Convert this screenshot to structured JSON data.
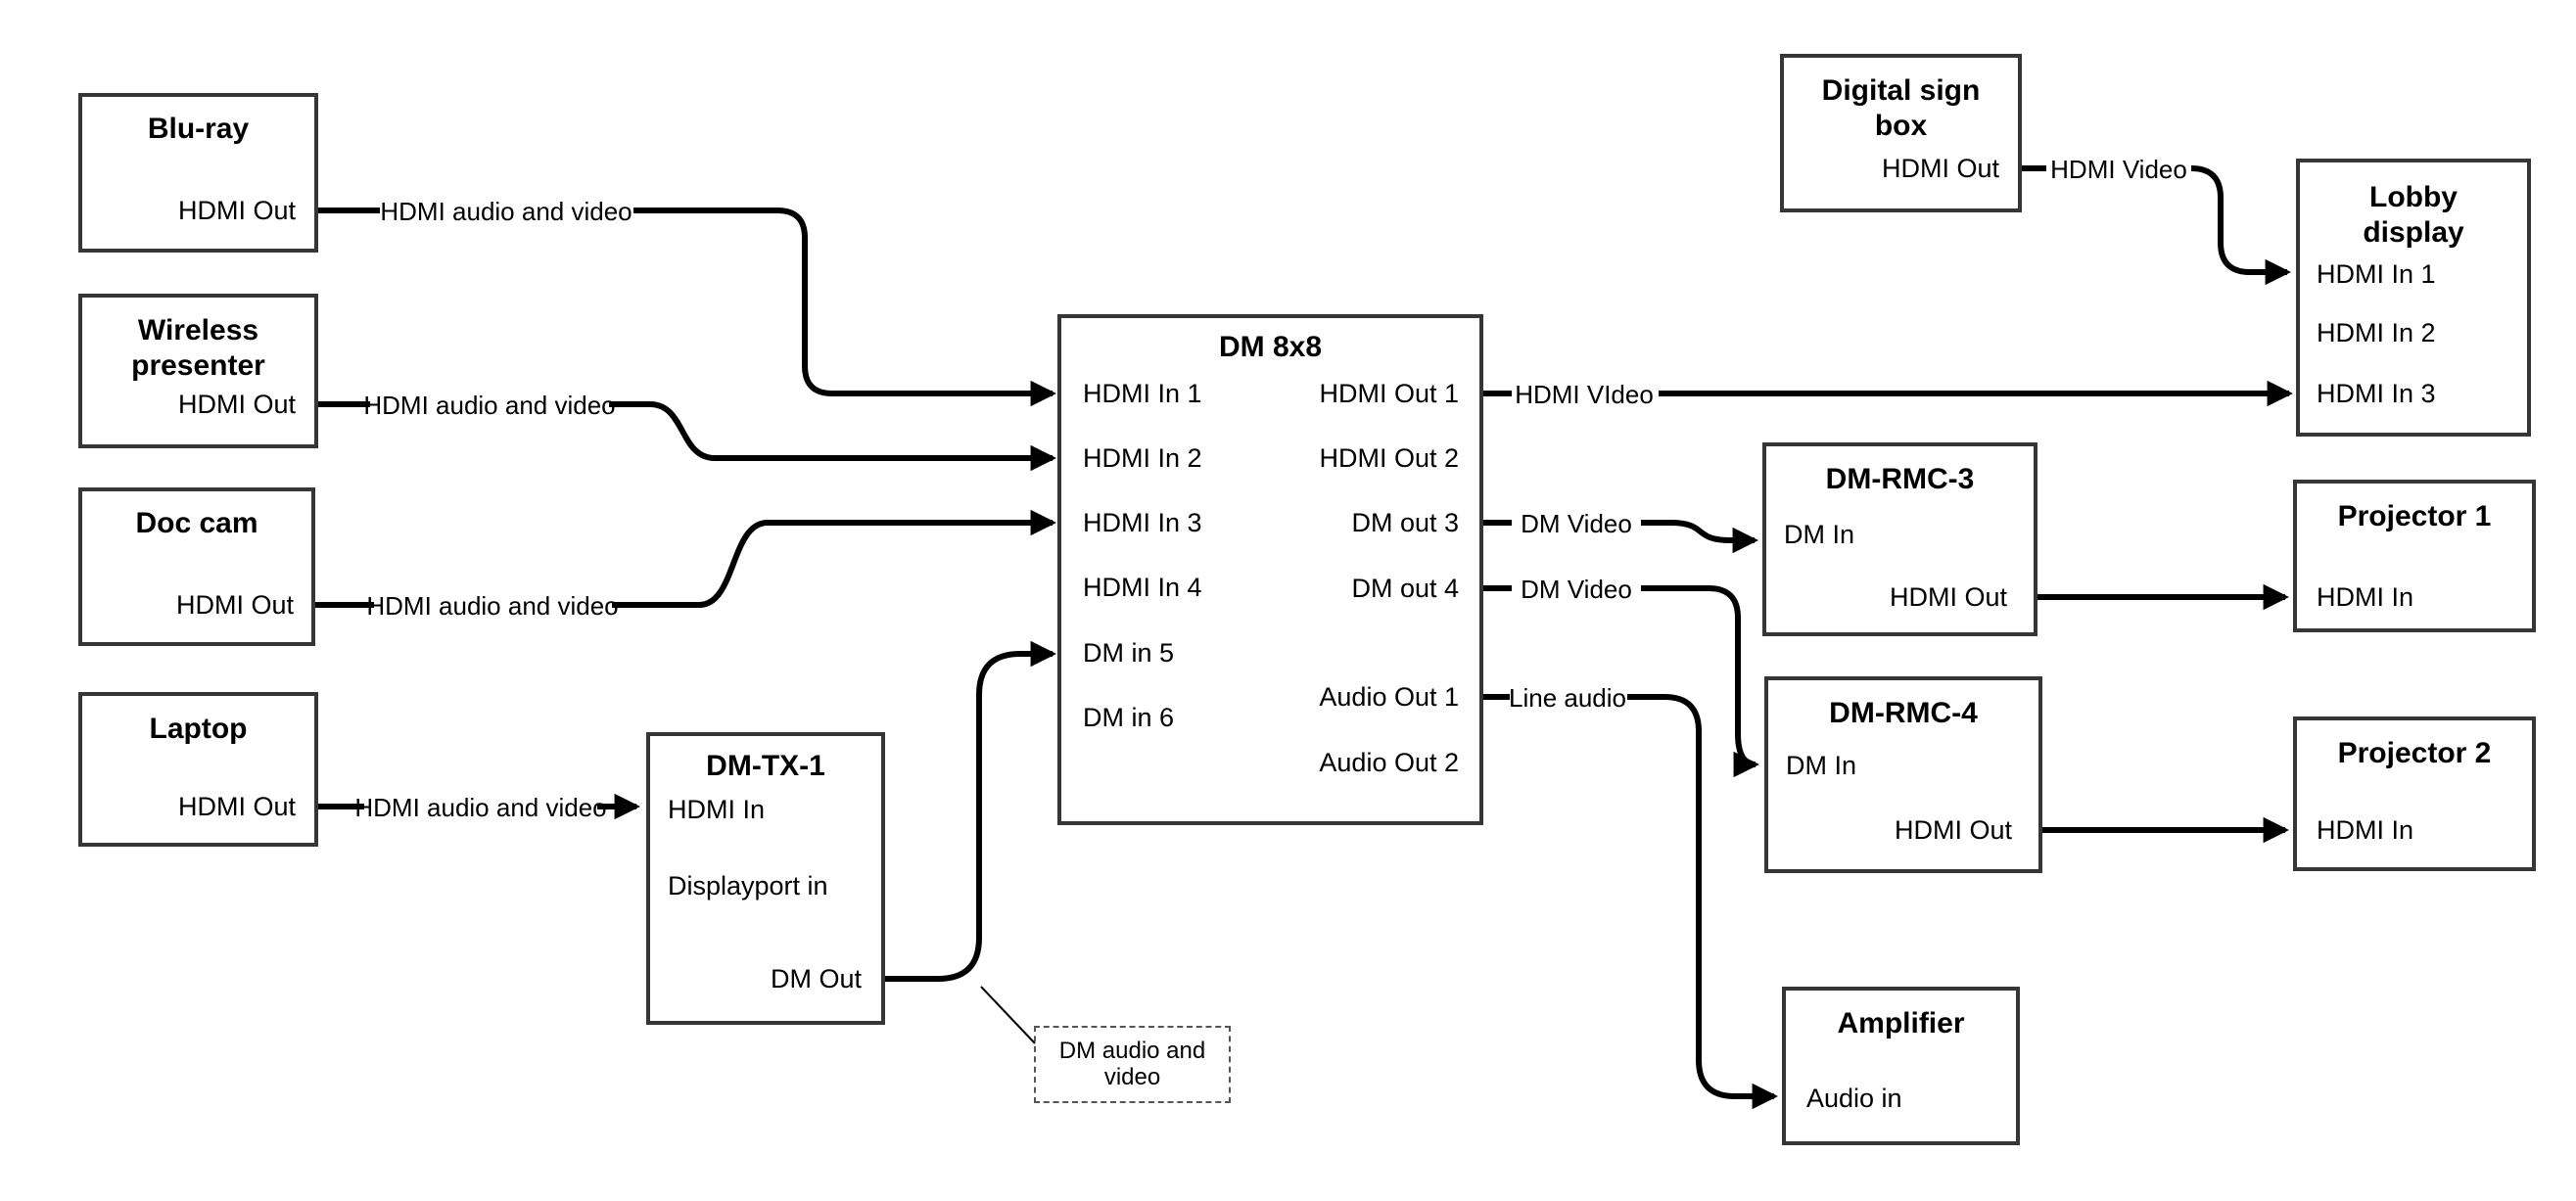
{
  "diagram": {
    "boxes": {
      "blu_ray": {
        "title": "Blu-ray",
        "ports": {
          "hdmi_out": "HDMI Out"
        }
      },
      "wireless": {
        "title": "Wireless presenter",
        "ports": {
          "hdmi_out": "HDMI Out"
        }
      },
      "doc_cam": {
        "title": "Doc cam",
        "ports": {
          "hdmi_out": "HDMI Out"
        }
      },
      "laptop": {
        "title": "Laptop",
        "ports": {
          "hdmi_out": "HDMI Out"
        }
      },
      "dm_tx_1": {
        "title": "DM-TX-1",
        "ports": {
          "hdmi_in": "HDMI In",
          "displayport_in": "Displayport in",
          "dm_out": "DM Out"
        }
      },
      "dm_8x8": {
        "title": "DM 8x8",
        "ports": {
          "hdmi_in_1": "HDMI In 1",
          "hdmi_in_2": "HDMI In 2",
          "hdmi_in_3": "HDMI In 3",
          "hdmi_in_4": "HDMI In 4",
          "dm_in_5": "DM in 5",
          "dm_in_6": "DM in 6",
          "hdmi_out_1": "HDMI Out 1",
          "hdmi_out_2": "HDMI Out 2",
          "dm_out_3": "DM out 3",
          "dm_out_4": "DM out 4",
          "audio_out_1": "Audio Out 1",
          "audio_out_2": "Audio Out 2"
        }
      },
      "digital_sign": {
        "title": "Digital sign box",
        "ports": {
          "hdmi_out": "HDMI Out"
        }
      },
      "lobby_display": {
        "title": "Lobby display",
        "ports": {
          "hdmi_in_1": "HDMI In 1",
          "hdmi_in_2": "HDMI In 2",
          "hdmi_in_3": "HDMI In 3"
        }
      },
      "dm_rmc_3": {
        "title": "DM-RMC-3",
        "ports": {
          "dm_in": "DM In",
          "hdmi_out": "HDMI Out"
        }
      },
      "projector_1": {
        "title": "Projector 1",
        "ports": {
          "hdmi_in": "HDMI In"
        }
      },
      "dm_rmc_4": {
        "title": "DM-RMC-4",
        "ports": {
          "dm_in": "DM In",
          "hdmi_out": "HDMI Out"
        }
      },
      "projector_2": {
        "title": "Projector 2",
        "ports": {
          "hdmi_in": "HDMI In"
        }
      },
      "amplifier": {
        "title": "Amplifier",
        "ports": {
          "audio_in": "Audio in"
        }
      }
    },
    "wire_labels": {
      "bluray_to_dm8x8": "HDMI audio and video",
      "wireless_to_dm8x8": "HDMI audio and video",
      "doccam_to_dm8x8": "HDMI audio and video",
      "laptop_to_dmtx1": "HDMI audio and video",
      "sign_to_lobby": "HDMI Video",
      "out1_to_lobby": "HDMI VIdeo",
      "out3_to_rmc3": "DM Video",
      "out4_to_rmc4": "DM Video",
      "audio1_to_amp": "Line audio",
      "dm_callout": "DM audio and video"
    },
    "colors": {
      "background": "#ffffff",
      "box_border": "#363636",
      "wire": "#000000",
      "callout_border": "#555555"
    }
  }
}
